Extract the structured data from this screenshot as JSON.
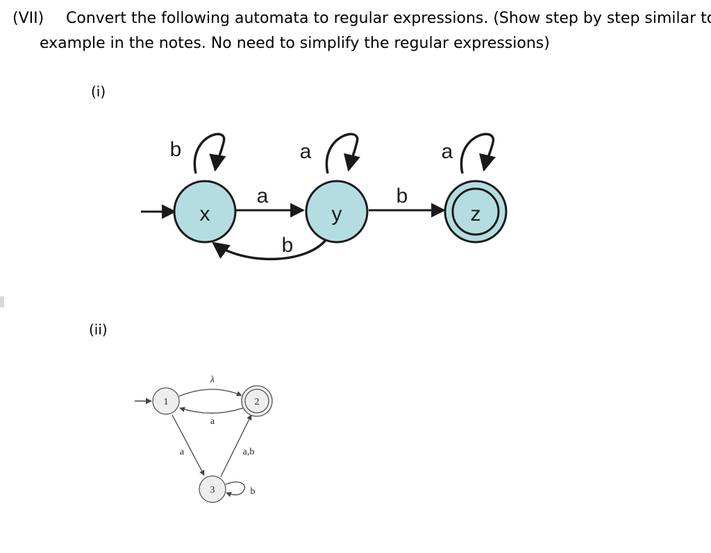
{
  "question": {
    "number": "(VII)",
    "text_line1": "Convert the following automata to regular expressions. (Show step by step similar to the",
    "text_line2": "example in the notes. No need to simplify the regular expressions)"
  },
  "part1": {
    "label": "(i)",
    "states": [
      {
        "id": "x",
        "label": "x",
        "initial": true,
        "accepting": false
      },
      {
        "id": "y",
        "label": "y",
        "initial": false,
        "accepting": false
      },
      {
        "id": "z",
        "label": "z",
        "initial": false,
        "accepting": true
      }
    ],
    "transitions": [
      {
        "from": "x",
        "to": "x",
        "label": "b"
      },
      {
        "from": "y",
        "to": "y",
        "label": "a"
      },
      {
        "from": "z",
        "to": "z",
        "label": "a"
      },
      {
        "from": "x",
        "to": "y",
        "label": "a"
      },
      {
        "from": "y",
        "to": "z",
        "label": "b"
      },
      {
        "from": "y",
        "to": "x",
        "label": "b"
      }
    ],
    "colors": {
      "state_fill": "#b4dde2",
      "stroke": "#1a1a1a"
    }
  },
  "part2": {
    "label": "(ii)",
    "states": [
      {
        "id": "1",
        "label": "1",
        "initial": true,
        "accepting": false
      },
      {
        "id": "2",
        "label": "2",
        "initial": false,
        "accepting": true
      },
      {
        "id": "3",
        "label": "3",
        "initial": false,
        "accepting": false
      }
    ],
    "transitions": [
      {
        "from": "1",
        "to": "2",
        "label": "λ"
      },
      {
        "from": "2",
        "to": "1",
        "label": "a"
      },
      {
        "from": "1",
        "to": "3",
        "label": "a"
      },
      {
        "from": "3",
        "to": "2",
        "label": "a,b"
      },
      {
        "from": "3",
        "to": "3",
        "label": "b"
      }
    ],
    "colors": {
      "state_fill": "#eeeeee",
      "stroke": "#555555"
    }
  }
}
